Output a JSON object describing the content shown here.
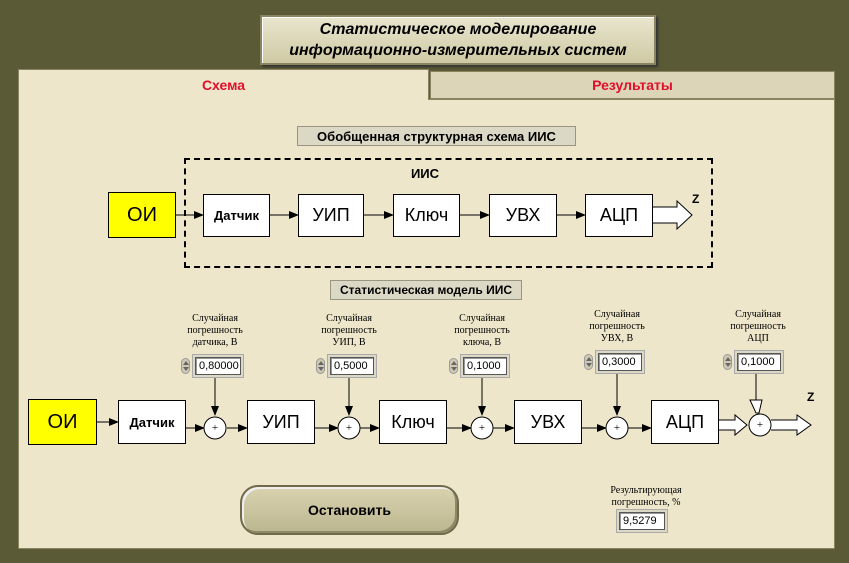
{
  "title": {
    "line1": "Статистическое моделирование",
    "line2": "информационно-измерительных систем"
  },
  "tabs": [
    {
      "label": "Схема",
      "active": true
    },
    {
      "label": "Результаты",
      "active": false
    }
  ],
  "structural": {
    "header": "Обобщенная структурная схема ИИС",
    "group_label": "ИИС",
    "source": "ОИ",
    "blocks": [
      "Датчик",
      "УИП",
      "Ключ",
      "УВХ",
      "АЦП"
    ],
    "output": "Z"
  },
  "statistical": {
    "header": "Статистическая модель ИИС",
    "source": "ОИ",
    "blocks": [
      "Датчик",
      "УИП",
      "Ключ",
      "УВХ",
      "АЦП"
    ],
    "output": "Z",
    "sum_symbol": "+",
    "errors": [
      {
        "label": [
          "Случайная",
          "погрешность",
          "датчика, В"
        ],
        "value": "0,80000"
      },
      {
        "label": [
          "Случайная",
          "погрешность",
          "УИП, В"
        ],
        "value": "0,5000"
      },
      {
        "label": [
          "Случайная",
          "погрешность",
          "ключа, В"
        ],
        "value": "0,1000"
      },
      {
        "label": [
          "Случайная",
          "погрешность",
          "УВХ, В"
        ],
        "value": "0,3000"
      },
      {
        "label": [
          "Случайная",
          "погрешность",
          "АЦП"
        ],
        "value": "0,1000"
      }
    ]
  },
  "stop_button": "Остановить",
  "result": {
    "label": [
      "Результирующая",
      "погрешность, %"
    ],
    "value": "9,5279"
  },
  "colors": {
    "background": "#5a5a36",
    "panel": "#eee6cb",
    "tab_text": "#e0102a",
    "source_block": "#ffff00"
  }
}
